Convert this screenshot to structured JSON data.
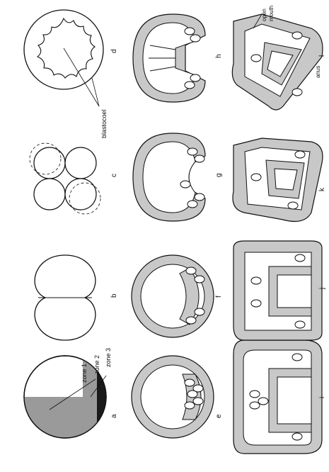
{
  "panels": {
    "a": {
      "letter": "a",
      "zone1": "zone 1",
      "zone2": "zone 2",
      "zone3": "zone 3"
    },
    "b": {
      "letter": "b"
    },
    "c": {
      "letter": "c"
    },
    "d": {
      "letter": "d",
      "blastocoel": "blastocoel"
    },
    "e": {
      "letter": "e"
    },
    "f": {
      "letter": "f"
    },
    "g": {
      "letter": "g"
    },
    "h": {
      "letter": "h"
    },
    "i": {
      "letter": "i"
    },
    "j": {
      "letter": "j"
    },
    "k": {
      "letter": "k"
    },
    "l": {
      "letter": "l"
    },
    "l_labels": {
      "open_mouth_1": "open",
      "open_mouth_2": "mouth",
      "anus": "anus"
    }
  },
  "colors": {
    "ink": "#111111",
    "tissue": "#c8c8c8",
    "yolk": "#1a1a1a",
    "zone2": "#9a9a9a"
  }
}
